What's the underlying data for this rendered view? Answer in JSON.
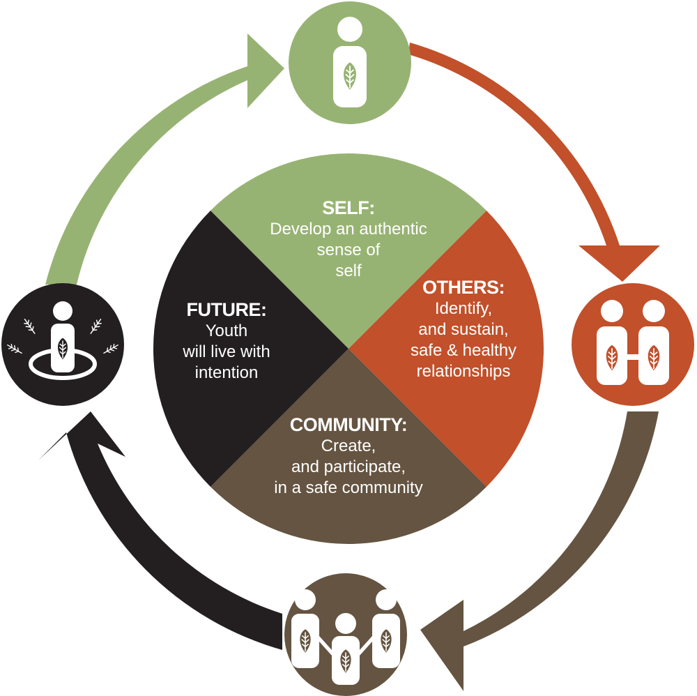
{
  "colors": {
    "self": "#97b373",
    "others": "#c1502b",
    "community": "#645441",
    "future": "#231f20",
    "icon": "#ffffff"
  },
  "segments": {
    "self": {
      "heading": "SELF:",
      "body": "Develop an authentic\nsense of\nself"
    },
    "others": {
      "heading": "OTHERS:",
      "body": "Identify,\nand sustain,\nsafe & healthy\nrelationships"
    },
    "community": {
      "heading": "COMMUNITY:",
      "body": "Create,\nand participate,\nin a safe community"
    },
    "future": {
      "heading": "FUTURE:",
      "body": "Youth\nwill live with\nintention"
    }
  },
  "nodes": [
    {
      "key": "self",
      "icon": "person-leaf-icon"
    },
    {
      "key": "others",
      "icon": "two-people-linked-icon"
    },
    {
      "key": "community",
      "icon": "three-people-linked-icon"
    },
    {
      "key": "future",
      "icon": "person-leaves-ring-icon"
    }
  ]
}
